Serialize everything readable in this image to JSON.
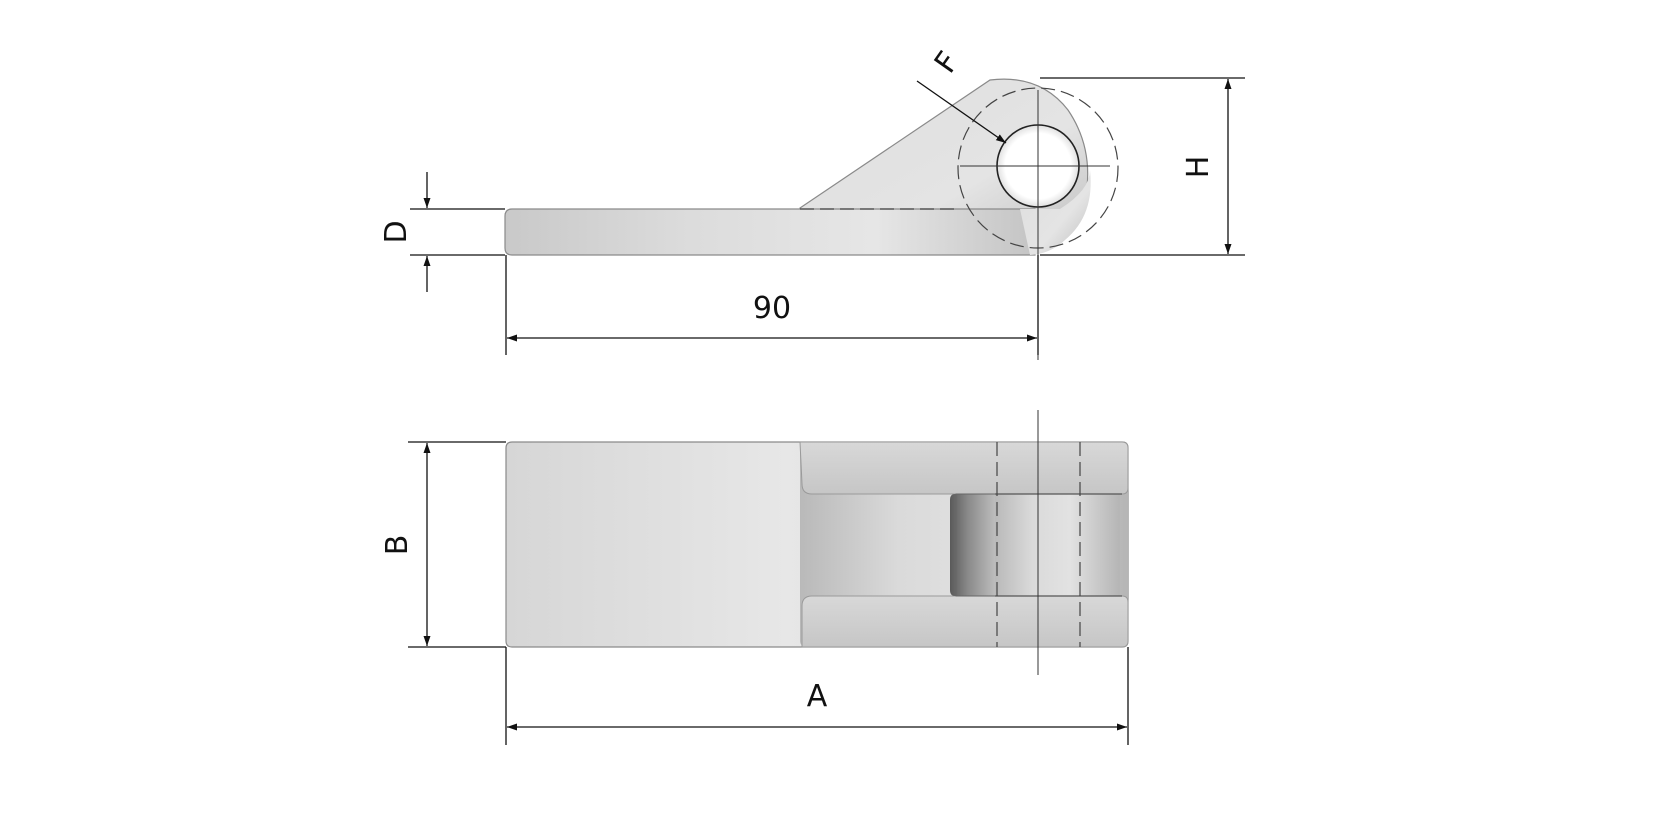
{
  "dimensions": {
    "length_side": "90",
    "thickness": "D",
    "height": "H",
    "hole": "F",
    "width": "B",
    "overall_length": "A"
  },
  "colors": {
    "part_light": "#e8e8e8",
    "part_mid": "#d2d2d2",
    "part_dark": "#a8a8a8",
    "line": "#111111"
  }
}
